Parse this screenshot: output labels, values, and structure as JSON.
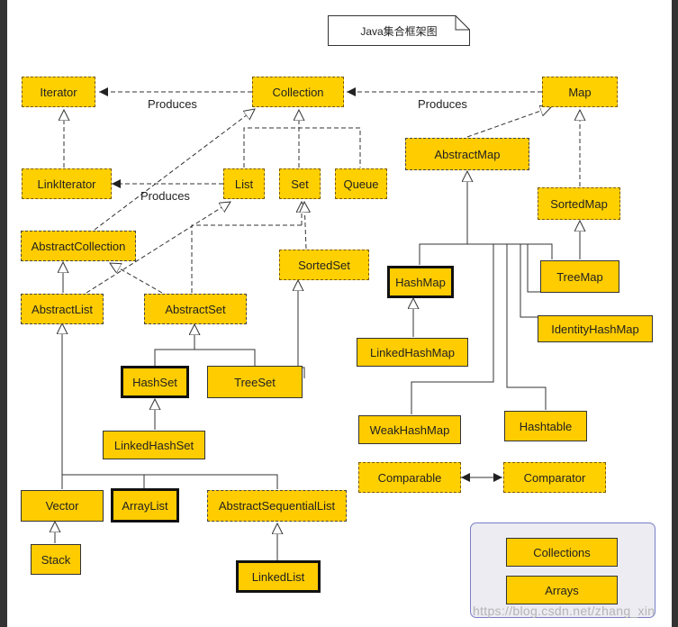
{
  "title": "Java集合框架图",
  "labels": {
    "produces": "Produces"
  },
  "nodes": {
    "iterator": "Iterator",
    "collection": "Collection",
    "map": "Map",
    "linkiterator": "LinkIterator",
    "list": "List",
    "set": "Set",
    "queue": "Queue",
    "abstractmap": "AbstractMap",
    "sortedmap": "SortedMap",
    "abstractcollection": "AbstractCollection",
    "sortedset": "SortedSet",
    "abstractlist": "AbstractList",
    "abstractset": "AbstractSet",
    "hashmap": "HashMap",
    "treemap": "TreeMap",
    "identityhashmap": "IdentityHashMap",
    "linkedhashmap": "LinkedHashMap",
    "hashset": "HashSet",
    "treeset": "TreeSet",
    "linkedhashset": "LinkedHashSet",
    "weakhashmap": "WeakHashMap",
    "hashtable": "Hashtable",
    "comparable": "Comparable",
    "comparator": "Comparator",
    "vector": "Vector",
    "arraylist": "ArrayList",
    "abstractsequentiallist": "AbstractSequentialList",
    "stack": "Stack",
    "linkedlist": "LinkedList"
  },
  "legend": {
    "collections": "Collections",
    "arrays": "Arrays"
  },
  "watermark": "https://blog.csdn.net/zhang_xin"
}
